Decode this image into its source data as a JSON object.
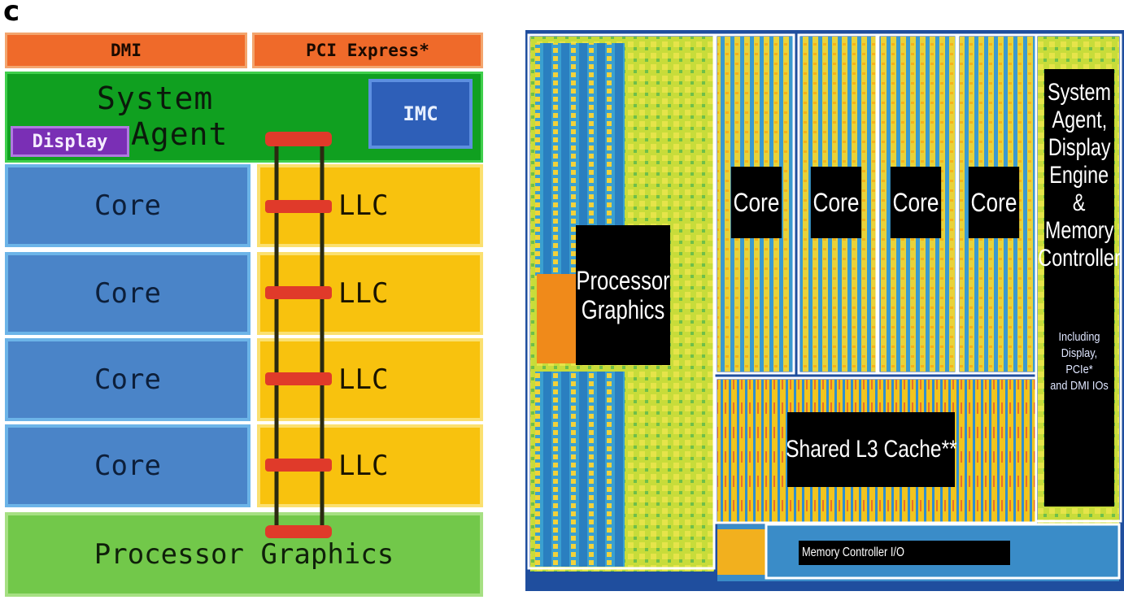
{
  "panel_label": "c",
  "block_diagram": {
    "dmi": "DMI",
    "pcie": "PCI Express*",
    "system_agent_line1": "System",
    "system_agent_line2": "Agent",
    "imc": "IMC",
    "display": "Display",
    "cores": [
      "Core",
      "Core",
      "Core",
      "Core"
    ],
    "llc": [
      "LLC",
      "LLC",
      "LLC",
      "LLC"
    ],
    "processor_graphics": "Processor Graphics",
    "colors": {
      "io": "#ef6a2a",
      "system_agent": "#10a020",
      "imc": "#2e5fb8",
      "display": "#7a2fb5",
      "core": "#4a84c8",
      "llc": "#f8c20e",
      "graphics": "#72c84a",
      "ring_stop": "#e03a2a"
    }
  },
  "die_photo": {
    "cores": [
      "Core",
      "Core",
      "Core",
      "Core"
    ],
    "processor_graphics_line1": "Processor",
    "processor_graphics_line2": "Graphics",
    "shared_l3": "Shared L3 Cache**",
    "system_agent_lines": [
      "System",
      "Agent,",
      "Display",
      "Engine &",
      "Memory",
      "Controller"
    ],
    "system_agent_sub_lines": [
      "Including",
      "Display, PCIe*",
      "and DMI IOs"
    ],
    "memory_controller_io": "Memory Controller I/O"
  }
}
